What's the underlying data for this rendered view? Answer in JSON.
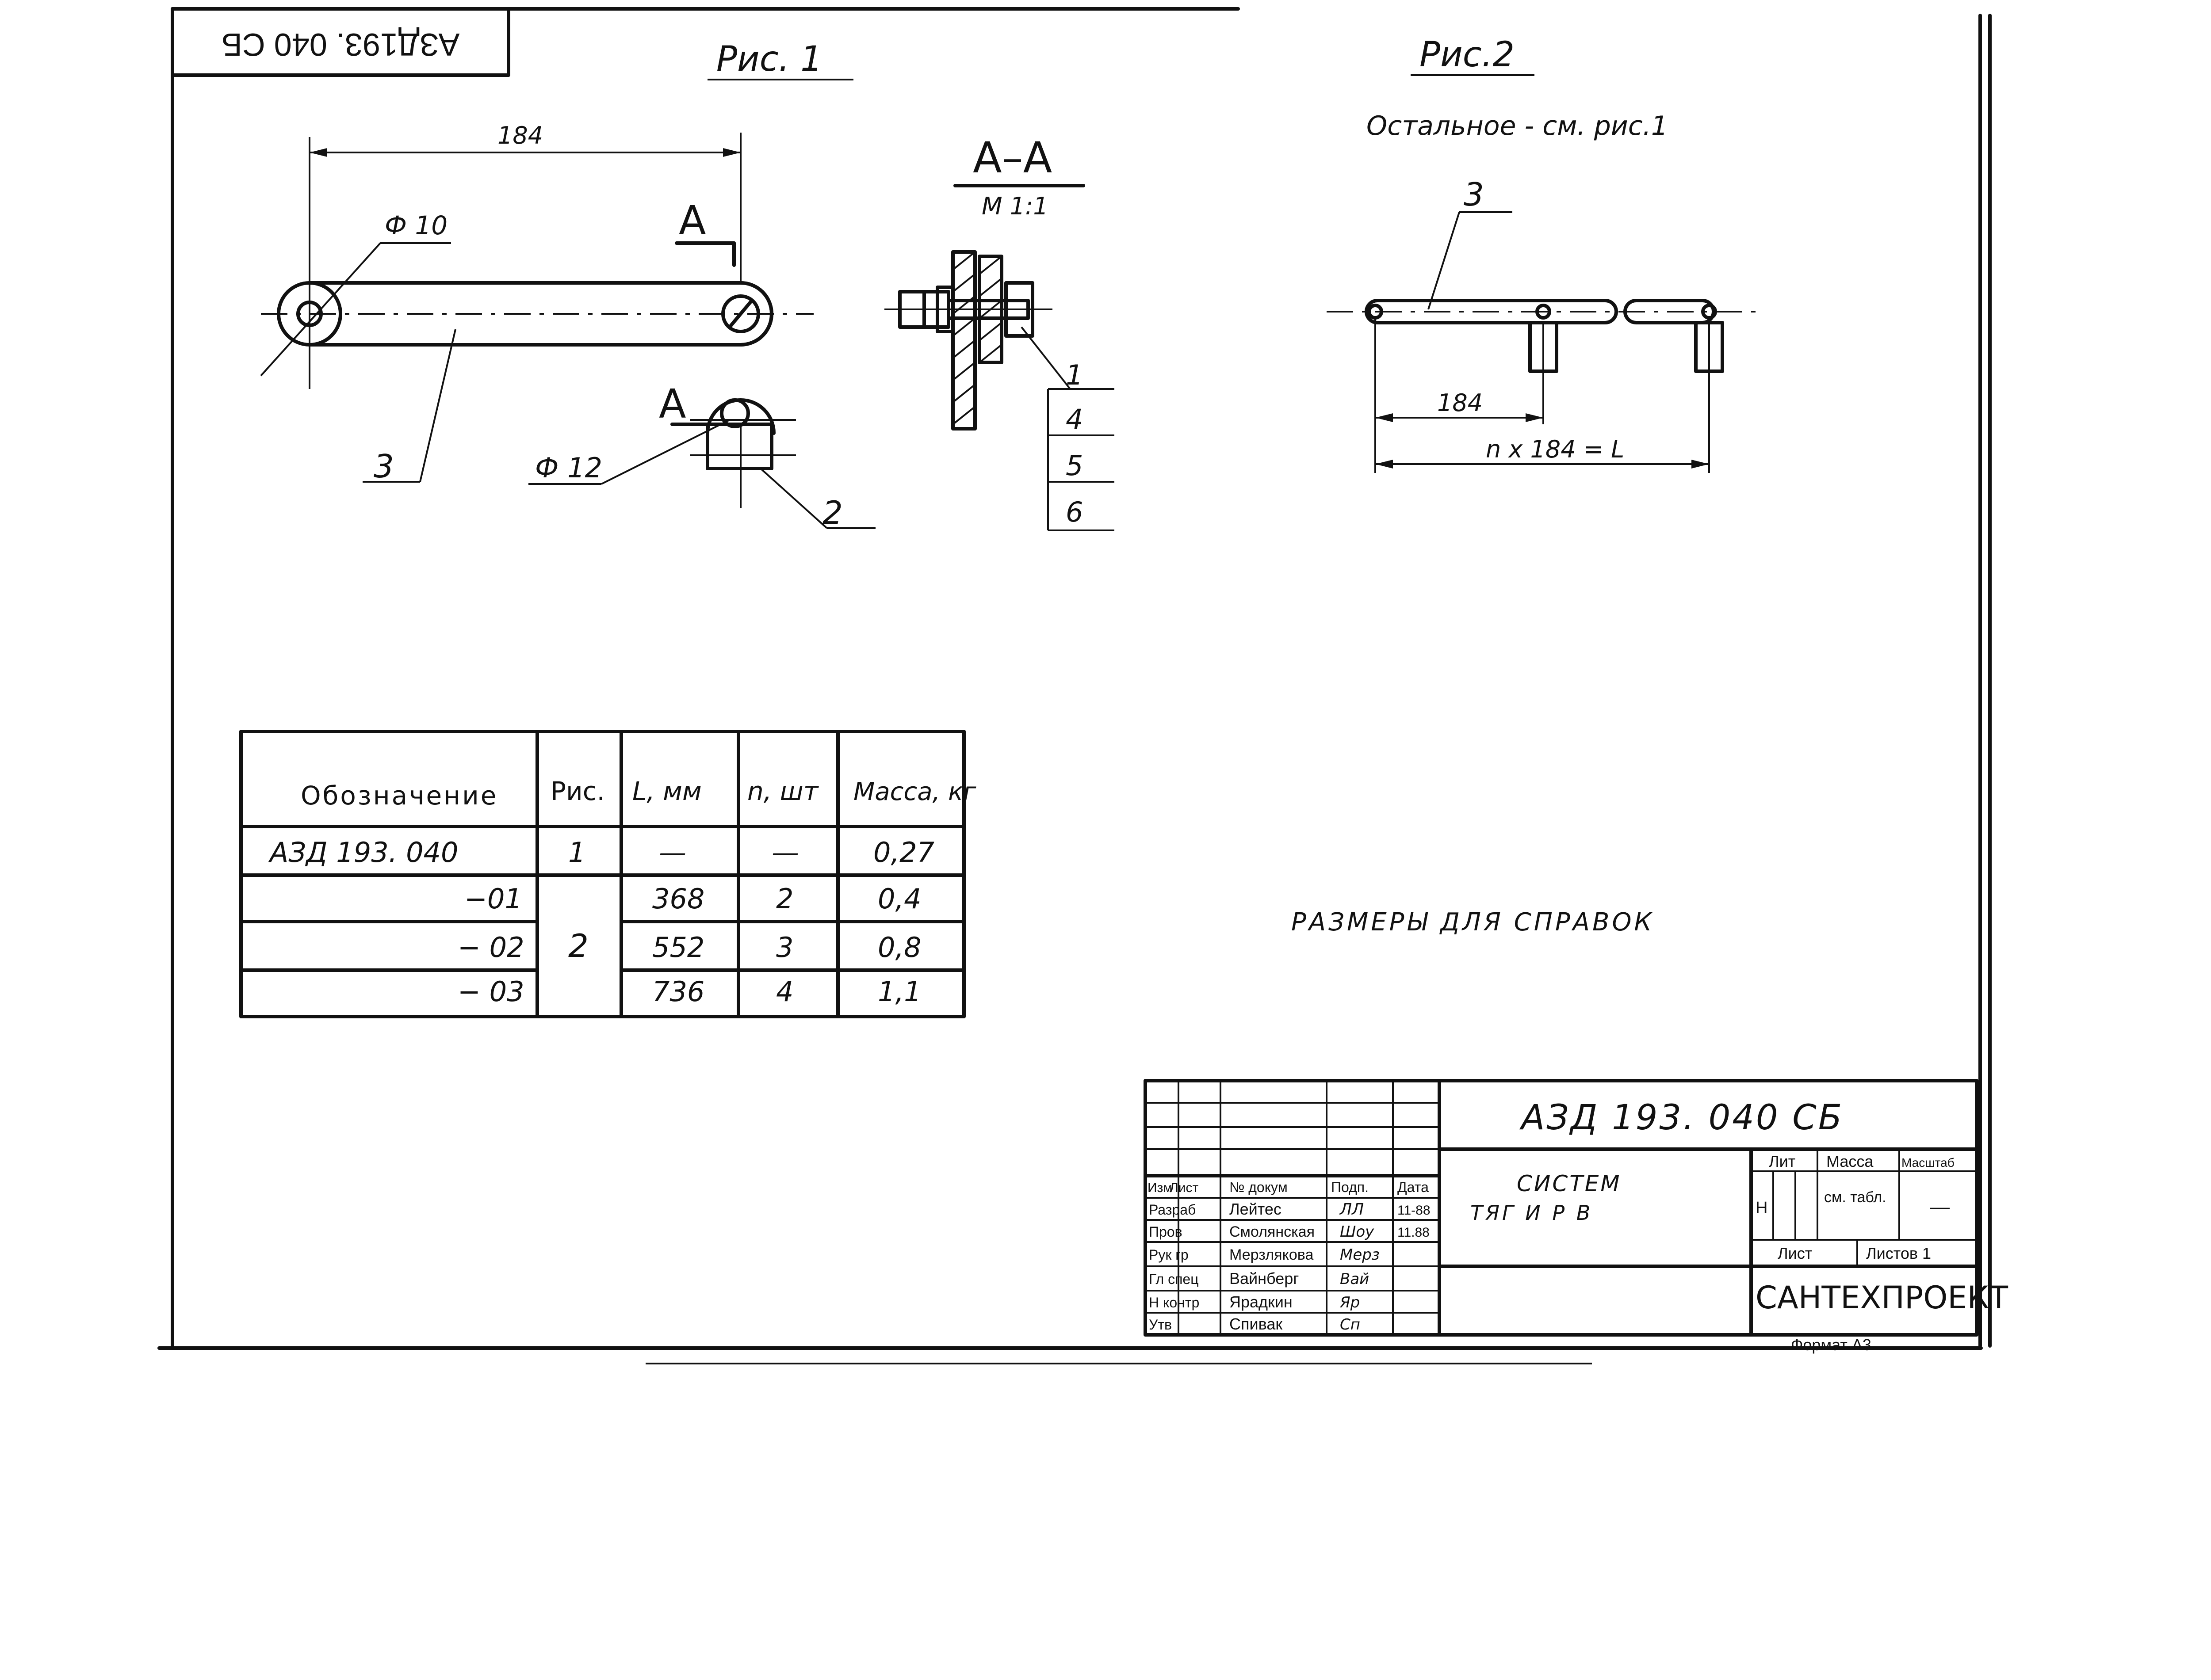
{
  "stamp_rotated": "АЗД193. 040 СБ",
  "fig1": {
    "title": "Рис. 1",
    "dim_184": "184",
    "phi10": "Ф 10",
    "phi12": "Ф 12",
    "section_mark": "А",
    "leader_3": "3",
    "leader_2": "2"
  },
  "section_aa": {
    "title": "А–А",
    "scale": "М 1:1",
    "callouts": [
      "1",
      "4",
      "5",
      "6"
    ]
  },
  "fig2": {
    "title": "Рис.2",
    "note": "Остальное - см. рис.1",
    "leader_3": "3",
    "dim_184": "184",
    "dim_nL": "n x 184 = L"
  },
  "ref_note": "РАЗМЕРЫ ДЛЯ СПРАВОК",
  "table": {
    "headers": [
      "Обозначение",
      "Рис.",
      "L, мм",
      "n, шт",
      "Масса, кг"
    ],
    "rows": [
      {
        "designation": "АЗД 193. 040",
        "fig": "1",
        "L": "—",
        "n": "—",
        "mass": "0,27"
      },
      {
        "designation": "−01",
        "fig": "",
        "L": "368",
        "n": "2",
        "mass": "0,4"
      },
      {
        "designation": "− 02",
        "fig": "2",
        "L": "552",
        "n": "3",
        "mass": "0,8"
      },
      {
        "designation": "− 03",
        "fig": "",
        "L": "736",
        "n": "4",
        "mass": "1,1"
      }
    ]
  },
  "title_block": {
    "doc_code": "АЗД 193. 040 СБ",
    "name_line1": "СИСТЕМ",
    "name_line2": "ТЯГ  И  Р        В",
    "lit_header": "Лит",
    "mass_header": "Масса",
    "scale_header": "Масштаб",
    "lit_value": "Н",
    "mass_value": "см. табл.",
    "scale_value": "—",
    "sheet_label": "Лист",
    "sheets_label": "Листов 1",
    "org": "САНТЕХПРОЕКТ",
    "format": "Формат А3",
    "col_headers": [
      "Изм",
      "Лист",
      "№ докум",
      "Подп.",
      "Дата"
    ],
    "roles": [
      {
        "role": "Разраб",
        "name": "Лейтес",
        "sign": "ЛЛ",
        "date": "11-88"
      },
      {
        "role": "Пров",
        "name": "Смолянская",
        "sign": "Шоу",
        "date": "11.88"
      },
      {
        "role": "Рук гр",
        "name": "Мерзлякова",
        "sign": "Мерз",
        "date": ""
      },
      {
        "role": "Гл спец",
        "name": "Вайнберг",
        "sign": "Вай",
        "date": ""
      },
      {
        "role": "Н контр",
        "name": "Ярадкин",
        "sign": "Яр",
        "date": ""
      },
      {
        "role": "Утв",
        "name": "Спивак",
        "sign": "Сп",
        "date": ""
      }
    ]
  }
}
